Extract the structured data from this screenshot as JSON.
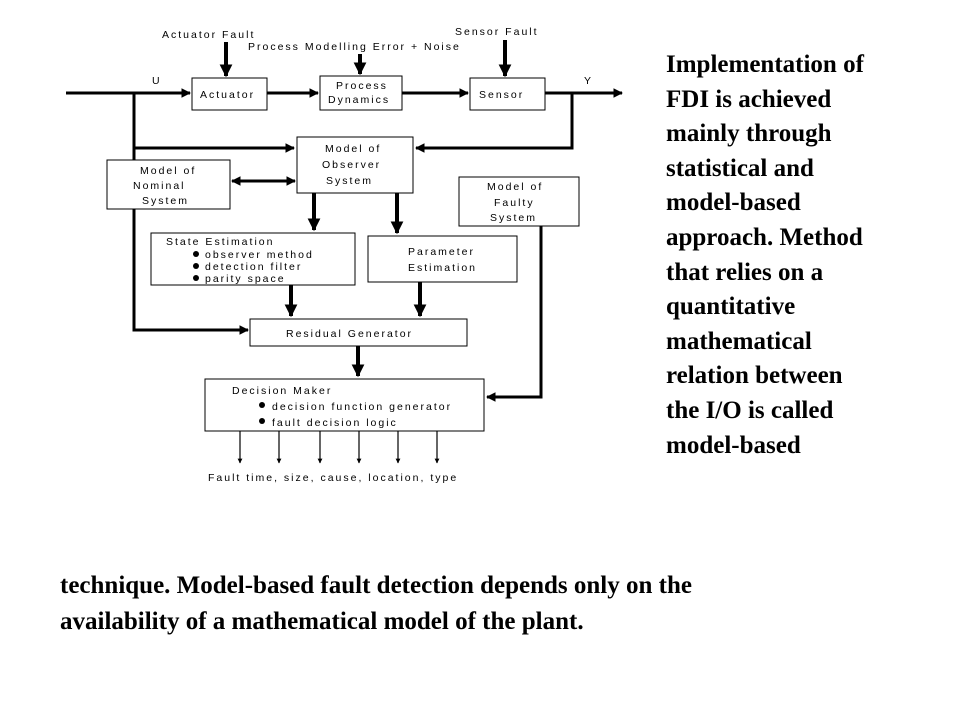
{
  "diagram": {
    "labels": {
      "actuator_fault": "Actuator Fault",
      "sensor_fault": "Sensor Fault",
      "process_modelling_error": "Process Modelling Error + Noise",
      "u": "U",
      "y": "Y"
    },
    "blocks": {
      "actuator": "Actuator",
      "process_dynamics": [
        "Process",
        "Dynamics"
      ],
      "sensor": "Sensor",
      "model_observer": [
        "Model of",
        "Observer",
        "System"
      ],
      "model_nominal": [
        "Model of",
        "Nominal",
        "System"
      ],
      "model_faulty": [
        "Model of",
        "Faulty",
        "System"
      ],
      "state_estimation": {
        "title": "State Estimation",
        "items": [
          "observer method",
          "detection filter",
          "parity space"
        ]
      },
      "parameter_estimation": [
        "Parameter",
        "Estimation"
      ],
      "residual_generator": "Residual Generator",
      "decision_maker": {
        "title": "Decision Maker",
        "items": [
          "decision function generator",
          "fault decision logic"
        ]
      }
    },
    "output_label": "Fault time, size, cause, location, type"
  },
  "text": {
    "side_lines": [
      "Implementation of",
      "FDI is achieved",
      "mainly through",
      "statistical and",
      "model-based",
      "approach. Method",
      "that relies on a",
      "quantitative",
      "mathematical",
      "relation between",
      "the I/O is called",
      "model-based"
    ],
    "bottom_lines": [
      "technique. Model-based fault detection depends only on the",
      "availability of a mathematical model of the plant."
    ]
  }
}
